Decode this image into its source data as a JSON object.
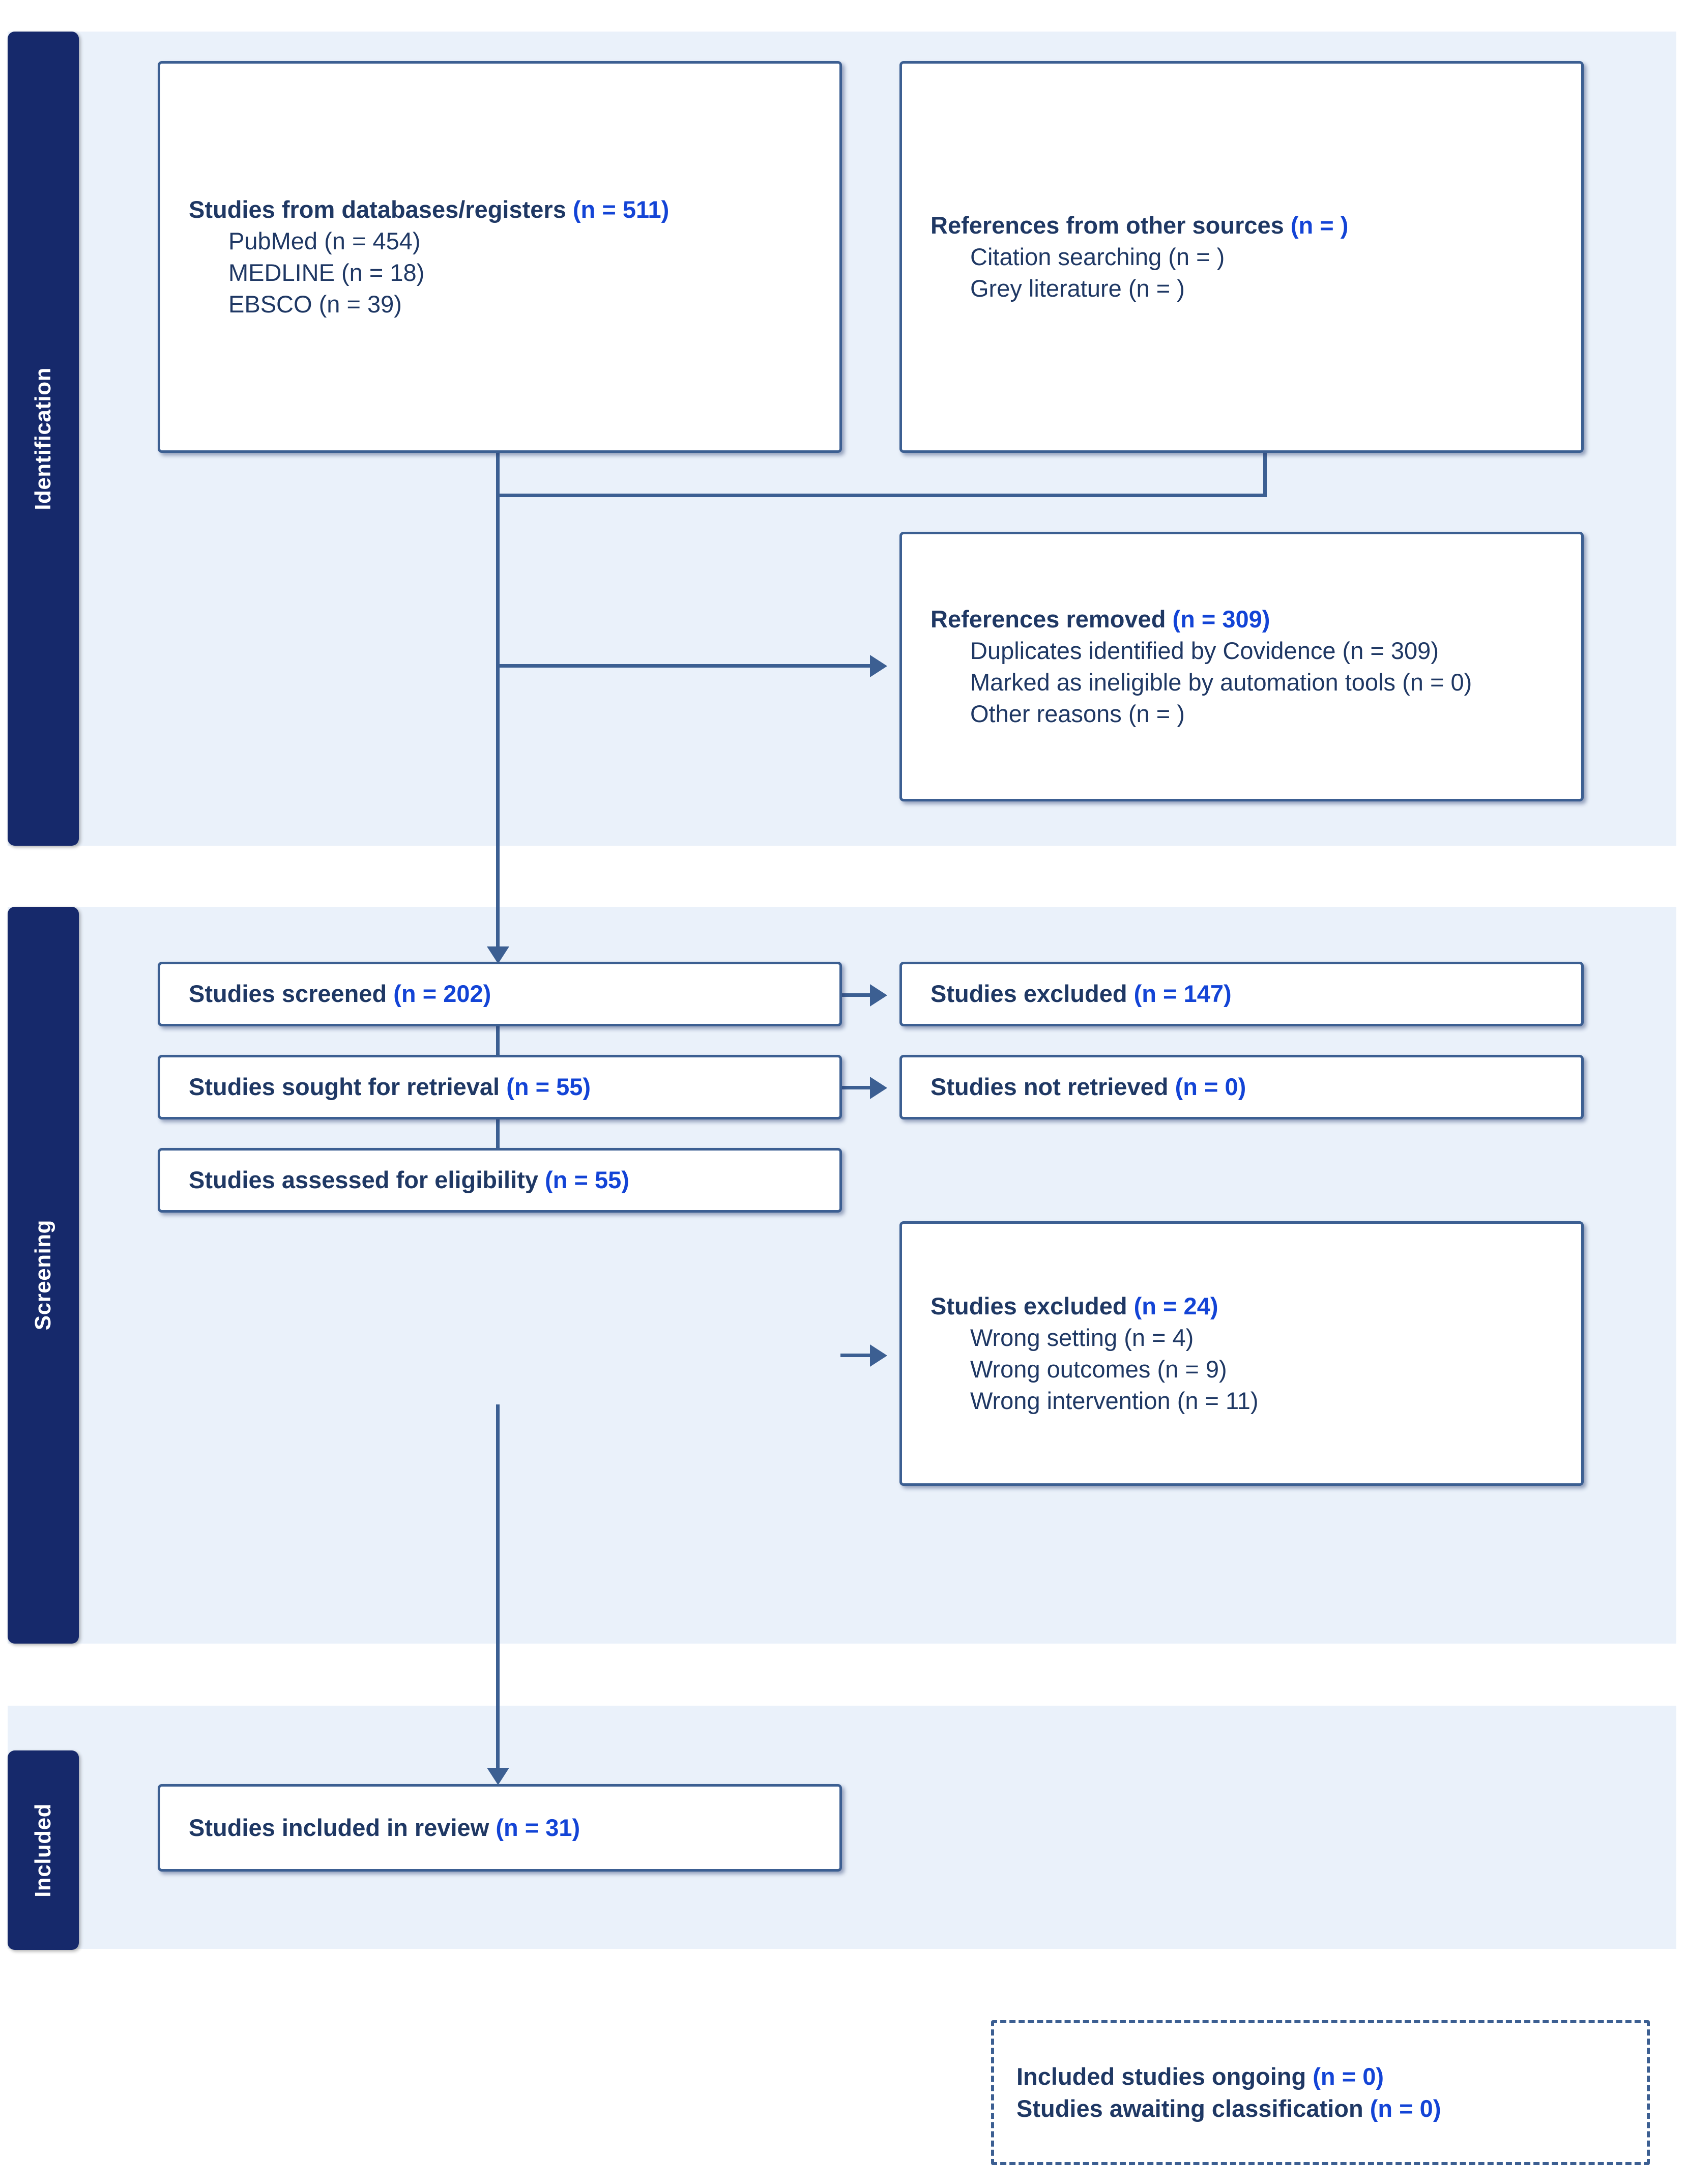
{
  "stages": [
    {
      "label": "Identification"
    },
    {
      "label": "Screening"
    },
    {
      "label": "Included"
    }
  ],
  "boxes": {
    "databases": {
      "title": "Studies from databases/registers",
      "title_n": "(n = 511)",
      "items": [
        {
          "text": "PubMed",
          "n": "(n = 454)"
        },
        {
          "text": "MEDLINE",
          "n": "(n = 18)"
        },
        {
          "text": "EBSCO",
          "n": "(n = 39)"
        }
      ]
    },
    "other_sources": {
      "title": "References from other sources",
      "title_n": "(n = )",
      "items": [
        {
          "text": "Citation searching",
          "n": "(n = )"
        },
        {
          "text": "Grey literature",
          "n": "(n = )"
        }
      ]
    },
    "removed": {
      "title": "References removed",
      "title_n": "(n = 309)",
      "items": [
        {
          "text": "Duplicates identified by Covidence",
          "n": "(n = 309)"
        },
        {
          "text": "Marked as ineligible by automation tools",
          "n": "(n = 0)"
        },
        {
          "text": "Other reasons",
          "n": "(n = )"
        }
      ]
    },
    "screened": {
      "title": "Studies screened",
      "title_n": "(n = 202)",
      "items": []
    },
    "screened_excluded": {
      "title": "Studies excluded",
      "title_n": "(n = 147)",
      "items": []
    },
    "sought": {
      "title": "Studies sought for retrieval",
      "title_n": "(n = 55)",
      "items": []
    },
    "not_retrieved": {
      "title": "Studies not retrieved",
      "title_n": "(n = 0)",
      "items": []
    },
    "assessed": {
      "title": "Studies assessed for eligibility",
      "title_n": "(n = 55)",
      "items": []
    },
    "eligibility_excluded": {
      "title": "Studies excluded",
      "title_n": "(n = 24)",
      "items": [
        {
          "text": "Wrong setting",
          "n": "(n = 4)"
        },
        {
          "text": "Wrong outcomes",
          "n": "(n = 9)"
        },
        {
          "text": "Wrong intervention",
          "n": "(n = 11)"
        }
      ]
    },
    "included": {
      "title": "Studies included in review",
      "title_n": "(n = 31)",
      "items": []
    },
    "ongoing": {
      "line1": "Included studies ongoing",
      "line1_n": "(n = 0)",
      "line2": "Studies awaiting classification",
      "line2_n": "(n = 0)"
    }
  },
  "colors": {
    "stage_bar": "#16296b",
    "panel_bg": "#eaf1fa",
    "box_border": "#3c5f92",
    "text": "#1f3864",
    "number": "#1344d6"
  }
}
